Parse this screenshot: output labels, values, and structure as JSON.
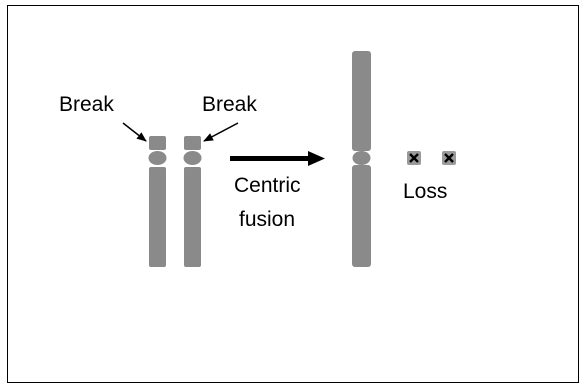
{
  "labels": {
    "break_left": "Break",
    "break_right": "Break",
    "process_line1": "Centric",
    "process_line2": "fusion",
    "loss": "Loss"
  },
  "icons": {
    "lost_fragment": "x-mark-icon"
  },
  "colors": {
    "chromosome": "#8a8a8a",
    "centromere": "#8a8a8a",
    "fragment_fill": "#9a9a9a",
    "fragment_mark": "#000000",
    "arrow": "#000000",
    "frame": "#000000"
  }
}
